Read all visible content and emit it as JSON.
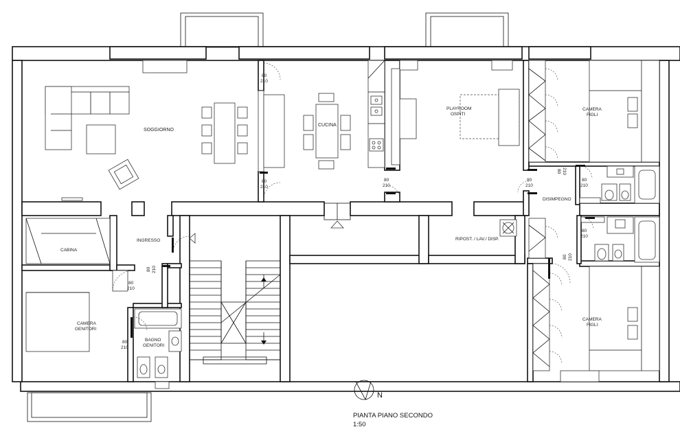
{
  "rooms": {
    "soggiorno": "SOGGIORNO",
    "cucina": "CUCINA",
    "playroom_1": "PLAYROOM",
    "playroom_2": "OSPITI",
    "camera_figli_top_1": "CAMERA",
    "camera_figli_top_2": "FIGLI",
    "disimpegno": "DISIMPEGNO",
    "ripost": "RIPOST. / LAV./ DISP.",
    "camera_figli_bottom_1": "CAMERA",
    "camera_figli_bottom_2": "FIGLI",
    "cabina": "CABINA",
    "ingresso": "INGRESSO",
    "camera_genitori_1": "CAMERA",
    "camera_genitori_2": "GENITORI",
    "bagno_genitori_1": "BAGNO",
    "bagno_genitori_2": "GENITORI"
  },
  "doors": {
    "w": "80",
    "h": "210"
  },
  "north_label": "N",
  "title": {
    "line1": "PIANTA PIANO SECONDO",
    "line2": "1:50"
  }
}
